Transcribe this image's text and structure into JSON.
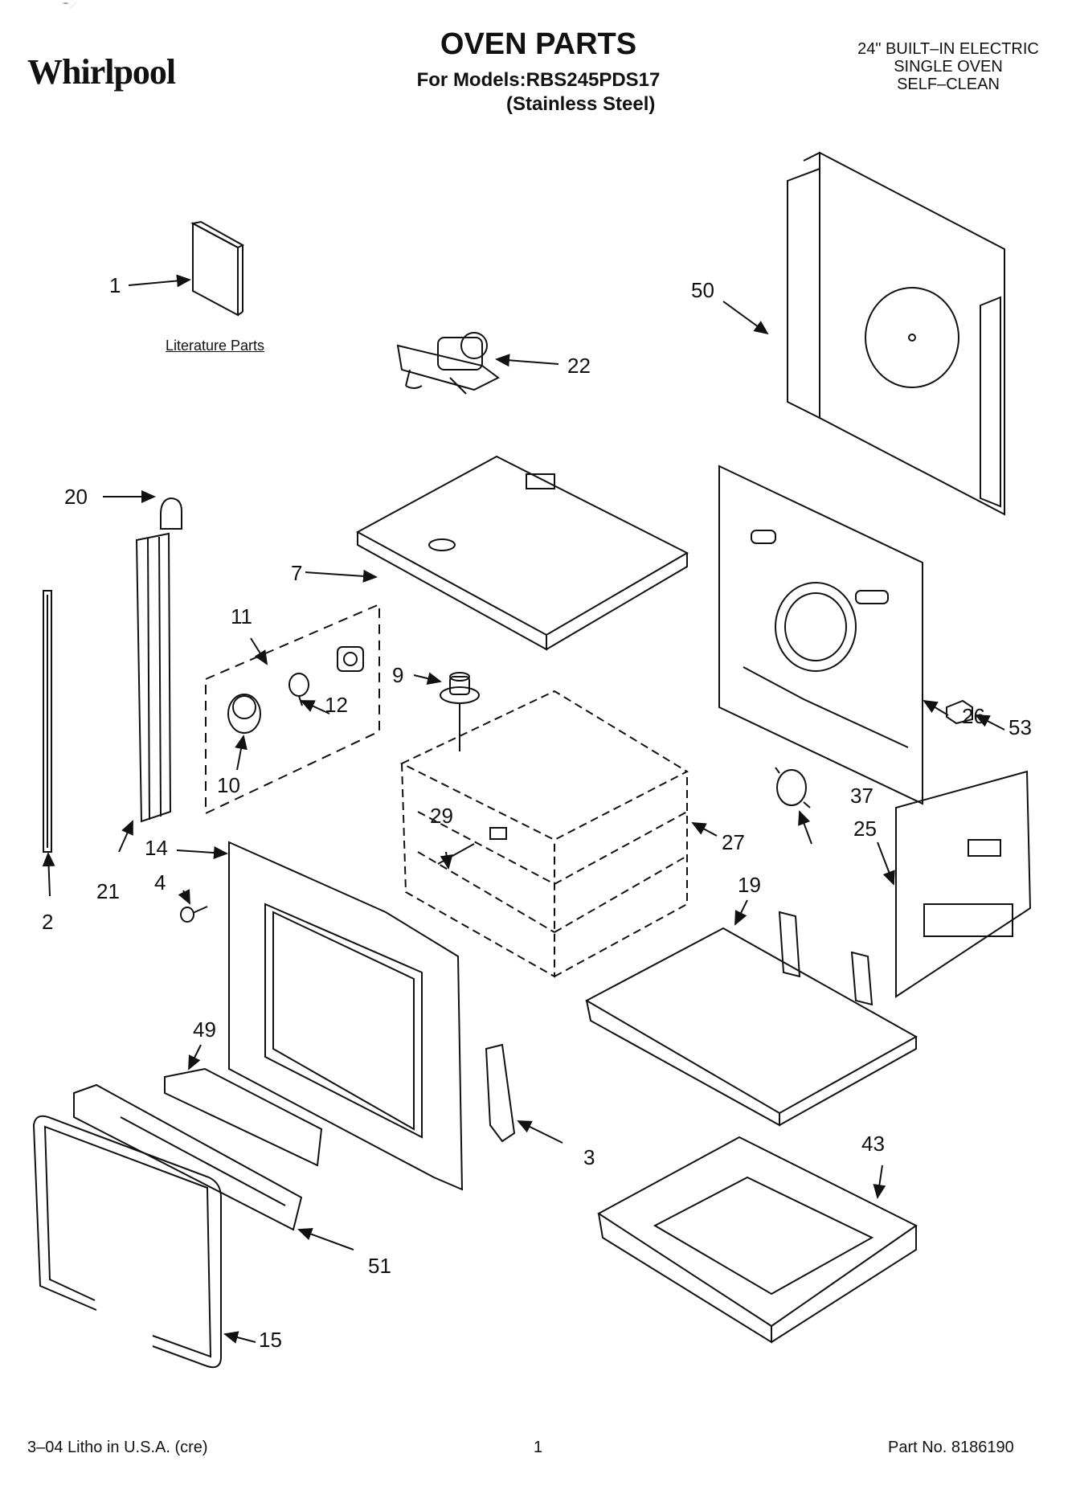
{
  "brand": {
    "logo_text": "Whirlpool"
  },
  "header": {
    "title": "OVEN PARTS",
    "models_line": "For Models:RBS245PDS17",
    "finish": "(Stainless Steel)",
    "product_lines": [
      "24\" BUILT–IN ELECTRIC",
      "SINGLE OVEN",
      "SELF–CLEAN"
    ]
  },
  "diagram": {
    "literature_label": "Literature Parts",
    "callouts": [
      "1",
      "22",
      "50",
      "20",
      "7",
      "11",
      "9",
      "12",
      "10",
      "2",
      "21",
      "14",
      "4",
      "29",
      "27",
      "26",
      "53",
      "37",
      "25",
      "19",
      "49",
      "3",
      "43",
      "51",
      "15"
    ]
  },
  "footer": {
    "litho": "3–04 Litho in U.S.A. (cre)",
    "page": "1",
    "part_no": "Part No. 8186190"
  }
}
